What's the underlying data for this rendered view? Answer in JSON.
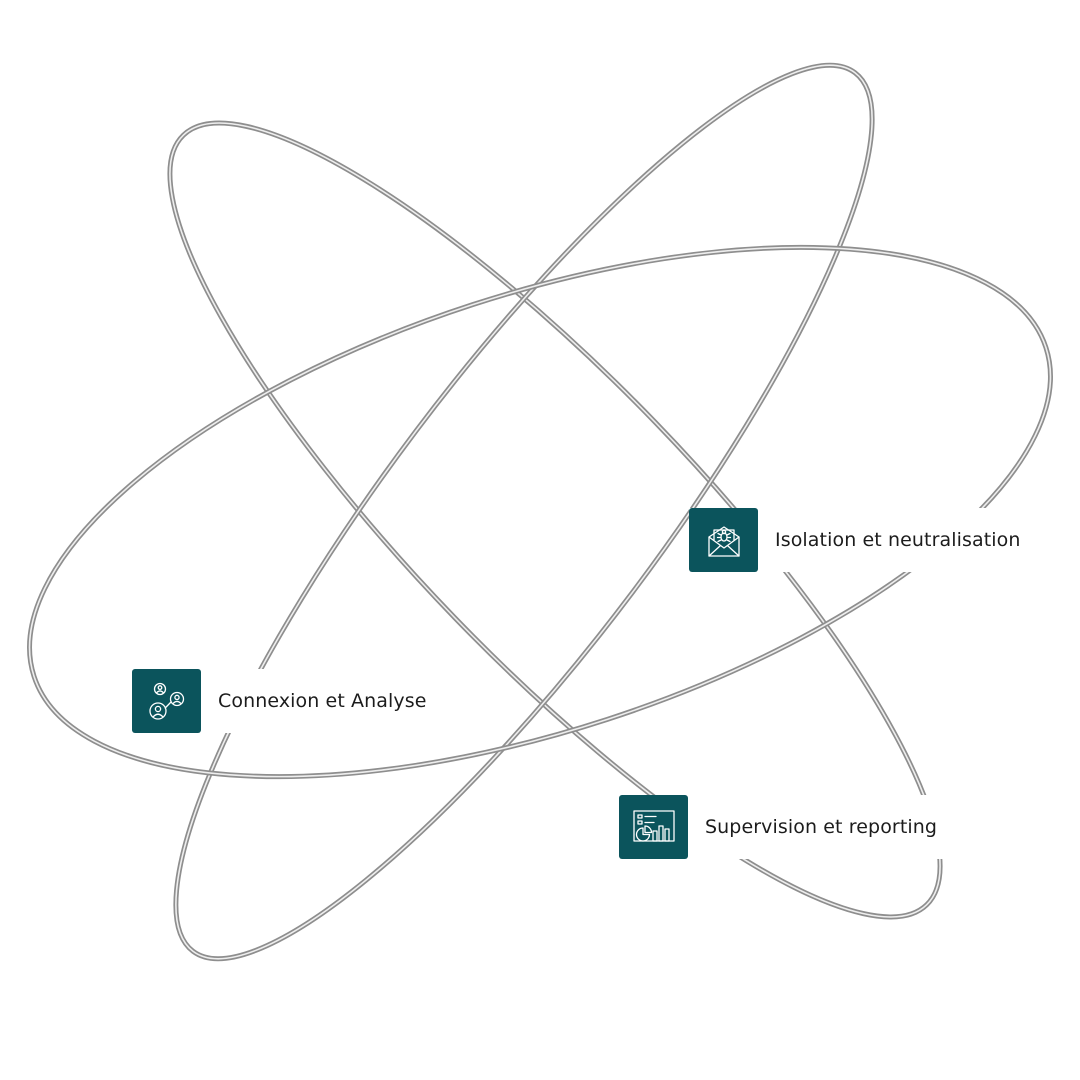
{
  "diagram": {
    "nodes": [
      {
        "label": "Isolation et neutralisation",
        "icon": "envelope-bug-icon"
      },
      {
        "label": "Connexion et Analyse",
        "icon": "connected-users-icon"
      },
      {
        "label": "Supervision et reporting",
        "icon": "dashboard-chart-icon"
      }
    ]
  },
  "colors": {
    "icon_background": "#0b545c",
    "icon_stroke": "#ffffff",
    "orbit": "#8e8e8e",
    "text": "#1c1c1c"
  }
}
